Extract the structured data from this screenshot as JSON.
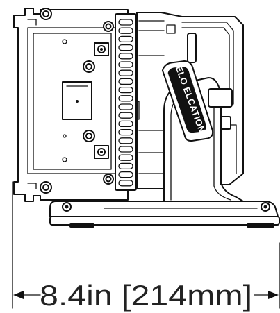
{
  "dimension": {
    "label": "8.4in [214mm]",
    "value_in": 8.4,
    "value_mm": 214
  },
  "logo": {
    "text": "ELO ELCATION"
  }
}
